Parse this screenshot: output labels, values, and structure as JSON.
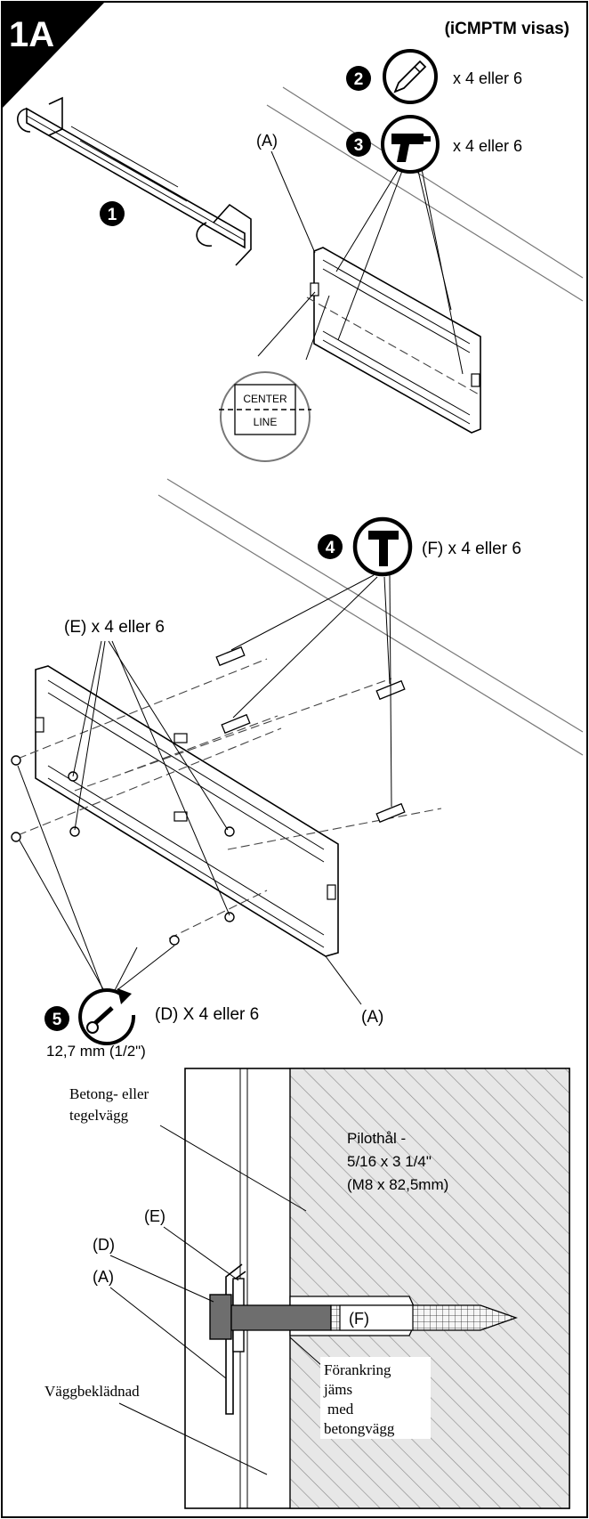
{
  "header": {
    "step_id": "1A",
    "model_note": "(iCMPTM visas)"
  },
  "tools": {
    "pencil_qty": "x 4 eller 6",
    "drill_qty": "x 4 eller 6",
    "hammer_qty": "(F) x 4 eller 6",
    "wrench_qty": "(D) X  4 eller 6",
    "wrench_size": "12,7 mm (1/2\")"
  },
  "steps": [
    "1",
    "2",
    "3",
    "4",
    "5"
  ],
  "callouts": {
    "center_top": "CENTER",
    "center_bottom": "LINE",
    "part_a": "(A)",
    "part_e_qty": "(E) x 4 eller 6"
  },
  "section": {
    "wall_type": [
      "Betong- eller",
      "tegelvägg"
    ],
    "pilot_hole": [
      "Pilothål -",
      "5/16 x 3 1/4\"",
      "(M8 x 82,5mm)"
    ],
    "part_e": "(E)",
    "part_d": "(D)",
    "part_a": "(A)",
    "part_f": "(F)",
    "anchor": [
      "Förankring",
      "jäms",
      "med",
      "betongvägg"
    ],
    "cladding": "Väggbeklädnad"
  }
}
